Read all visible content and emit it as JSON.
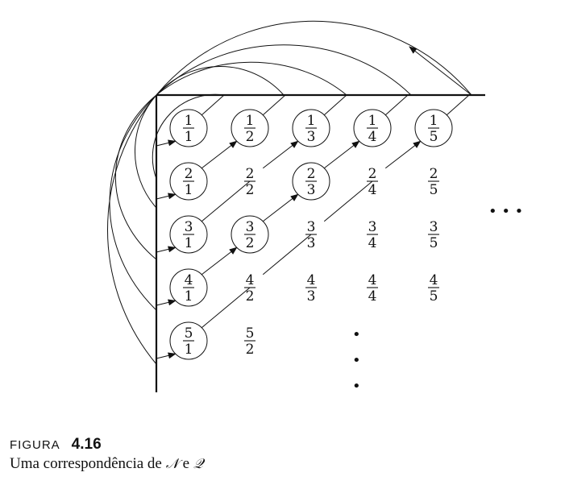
{
  "grid": {
    "rows": [
      {
        "row": 1,
        "cells": [
          {
            "num": "1",
            "den": "1",
            "circled": true
          },
          {
            "num": "1",
            "den": "2",
            "circled": true
          },
          {
            "num": "1",
            "den": "3",
            "circled": true
          },
          {
            "num": "1",
            "den": "4",
            "circled": true
          },
          {
            "num": "1",
            "den": "5",
            "circled": true
          }
        ]
      },
      {
        "row": 2,
        "cells": [
          {
            "num": "2",
            "den": "1",
            "circled": true
          },
          {
            "num": "2",
            "den": "2",
            "circled": false
          },
          {
            "num": "2",
            "den": "3",
            "circled": true
          },
          {
            "num": "2",
            "den": "4",
            "circled": false
          },
          {
            "num": "2",
            "den": "5",
            "circled": false
          }
        ]
      },
      {
        "row": 3,
        "cells": [
          {
            "num": "3",
            "den": "1",
            "circled": true
          },
          {
            "num": "3",
            "den": "2",
            "circled": true
          },
          {
            "num": "3",
            "den": "3",
            "circled": false
          },
          {
            "num": "3",
            "den": "4",
            "circled": false
          },
          {
            "num": "3",
            "den": "5",
            "circled": false
          }
        ]
      },
      {
        "row": 4,
        "cells": [
          {
            "num": "4",
            "den": "1",
            "circled": true
          },
          {
            "num": "4",
            "den": "2",
            "circled": false
          },
          {
            "num": "4",
            "den": "3",
            "circled": false
          },
          {
            "num": "4",
            "den": "4",
            "circled": false
          },
          {
            "num": "4",
            "den": "5",
            "circled": false
          }
        ]
      },
      {
        "row": 5,
        "cells": [
          {
            "num": "5",
            "den": "1",
            "circled": true
          },
          {
            "num": "5",
            "den": "2",
            "circled": false
          }
        ]
      }
    ],
    "ellipsis_right": "• • •",
    "ellipsis_down": "•"
  },
  "caption": {
    "label": "FIGURA",
    "number": "4.16",
    "text_prefix": "Uma correspondência de ",
    "sym_n": "𝒩",
    "text_mid": " e ",
    "sym_q": "𝒬"
  }
}
